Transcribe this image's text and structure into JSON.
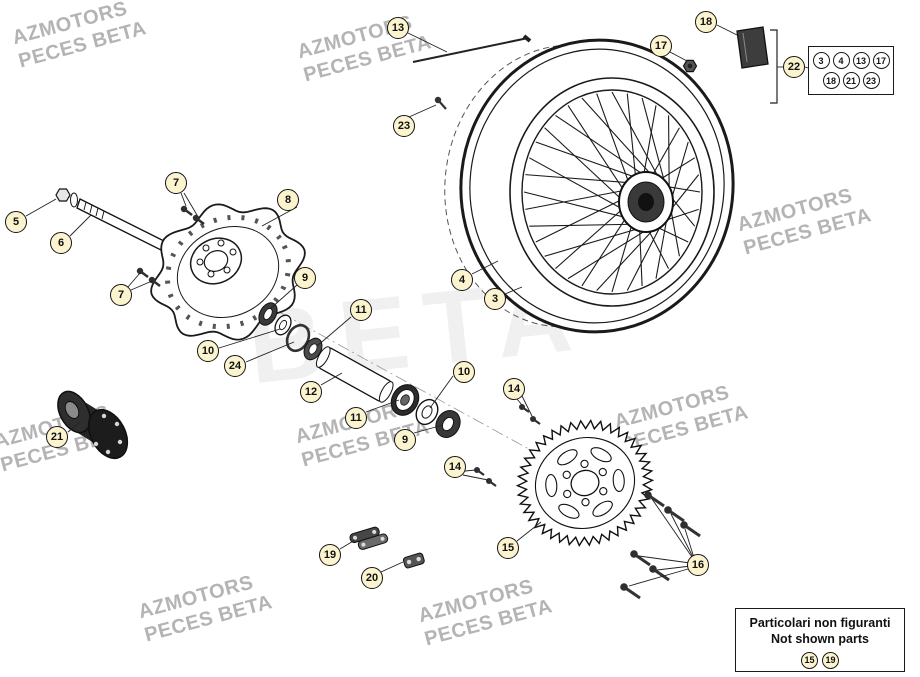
{
  "watermark": {
    "line1": "AZMOTORS",
    "line2": "PECES BETA"
  },
  "ghost_text": "BETA",
  "callouts": [
    {
      "label": "13"
    },
    {
      "label": "23"
    },
    {
      "label": "18"
    },
    {
      "label": "17"
    },
    {
      "label": "22"
    },
    {
      "label": "5"
    },
    {
      "label": "6"
    },
    {
      "label": "7"
    },
    {
      "label": "7"
    },
    {
      "label": "8"
    },
    {
      "label": "9"
    },
    {
      "label": "10"
    },
    {
      "label": "11"
    },
    {
      "label": "24"
    },
    {
      "label": "12"
    },
    {
      "label": "11"
    },
    {
      "label": "10"
    },
    {
      "label": "9"
    },
    {
      "label": "4"
    },
    {
      "label": "3"
    },
    {
      "label": "21"
    },
    {
      "label": "14"
    },
    {
      "label": "14"
    },
    {
      "label": "15"
    },
    {
      "label": "16"
    },
    {
      "label": "19"
    },
    {
      "label": "20"
    }
  ],
  "legend_box": {
    "row1": [
      "3",
      "4",
      "13",
      "17"
    ],
    "row2": [
      "18",
      "21",
      "23"
    ]
  },
  "not_shown_box": {
    "title_it": "Particolari non figuranti",
    "title_en": "Not shown parts",
    "items": [
      "15",
      "19"
    ]
  }
}
